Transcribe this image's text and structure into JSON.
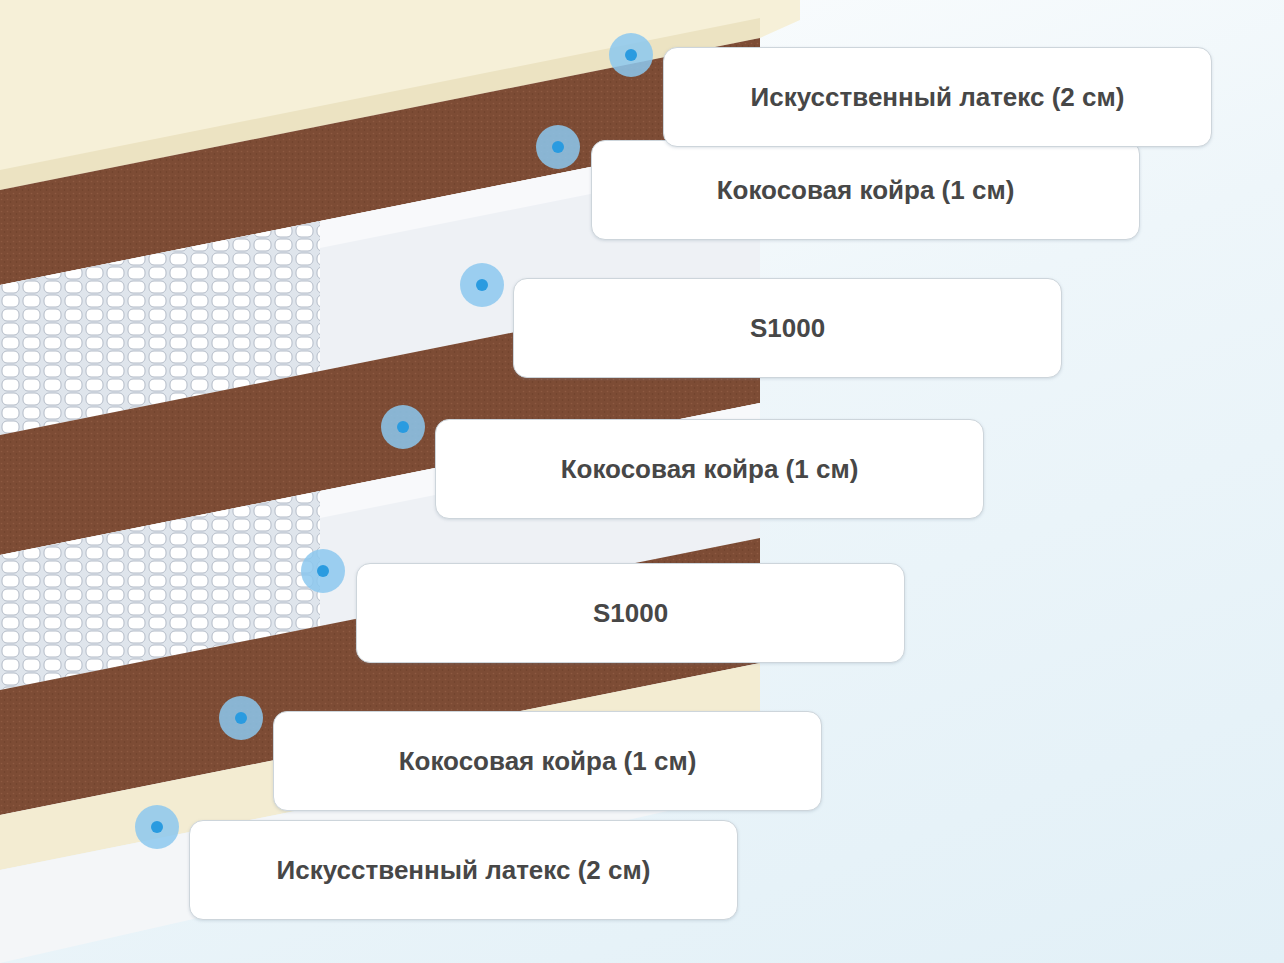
{
  "diagram": {
    "nodes": [
      {
        "text": [
          "Искусственный латекс (2 см)"
        ]
      },
      {
        "text": [
          "Кокосовая койра (1 см)"
        ]
      },
      {
        "text": [
          "S1000"
        ]
      },
      {
        "text": [
          "Кокосовая койра (1 см)"
        ]
      },
      {
        "text": [
          "S1000"
        ]
      },
      {
        "text": [
          "Кокосовая койра (1 см)"
        ]
      },
      {
        "text": [
          "Искусственный латекс (2 см)"
        ]
      }
    ]
  }
}
